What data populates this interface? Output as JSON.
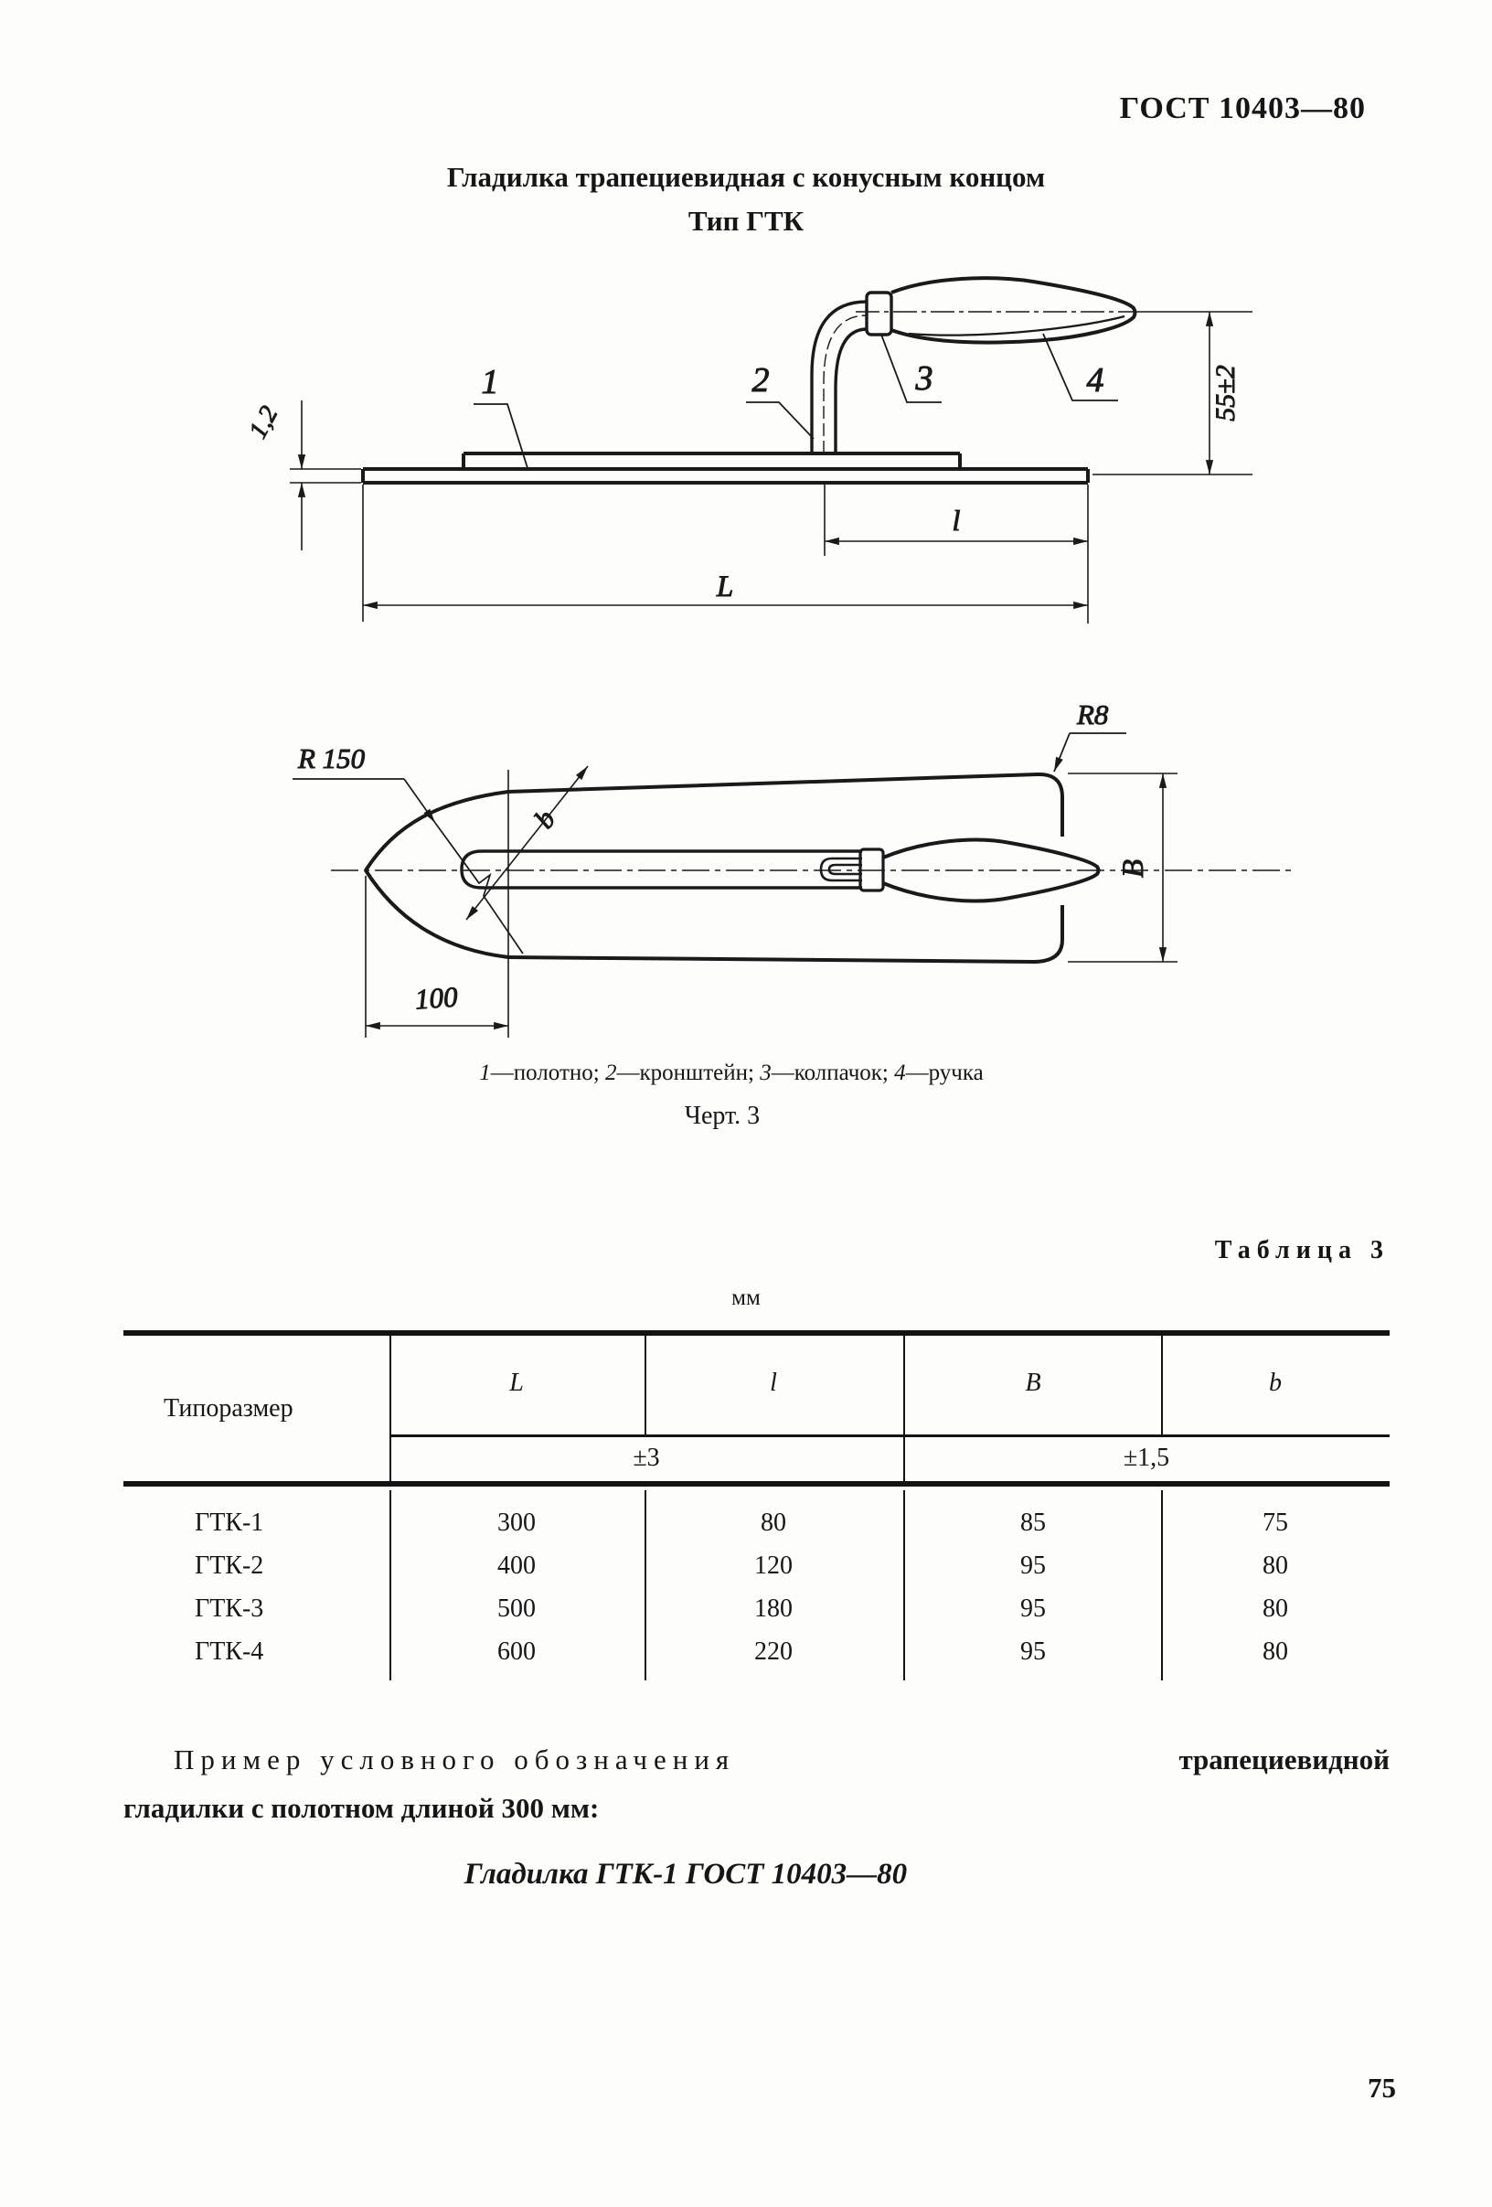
{
  "page": {
    "code": "ГОСТ 10403—80",
    "number": "75"
  },
  "title": {
    "line1": "Гладилка трапециевидная с конусным концом",
    "line2": "Тип ГТК"
  },
  "figure": {
    "label": "Черт. 3",
    "caption_parts": [
      {
        "num": "1",
        "text": "—полотно; "
      },
      {
        "num": "2",
        "text": "—кронштейн; "
      },
      {
        "num": "3",
        "text": "—колпачок; "
      },
      {
        "num": "4",
        "text": "—ручка"
      }
    ],
    "dims": {
      "thickness": "1,2",
      "height": "55±2",
      "len_small": "l",
      "len_big": "L",
      "radius_tip": "R 150",
      "radius_corner": "R8",
      "width_small": "b",
      "width_big": "B",
      "tip_length": "100",
      "part1": "1",
      "part2": "2",
      "part3": "3",
      "part4": "4"
    }
  },
  "table": {
    "label": "Таблица 3",
    "units": "мм",
    "col_head": "Типоразмер",
    "cols": [
      "L",
      "l",
      "B",
      "b"
    ],
    "tolerances": [
      "±3",
      "±1,5"
    ],
    "rows": [
      {
        "name": "ГТК-1",
        "L": "300",
        "l": "80",
        "B": "85",
        "b": "75"
      },
      {
        "name": "ГТК-2",
        "L": "400",
        "l": "120",
        "B": "95",
        "b": "80"
      },
      {
        "name": "ГТК-3",
        "L": "500",
        "l": "180",
        "B": "95",
        "b": "80"
      },
      {
        "name": "ГТК-4",
        "L": "600",
        "l": "220",
        "B": "95",
        "b": "80"
      }
    ]
  },
  "example": {
    "spaced": "Пример условного обозначения",
    "tail": "трапециевидной",
    "line2": "гладилки с полотном длиной 300 мм:",
    "designation": "Гладилка ГТК-1 ГОСТ 10403—80"
  }
}
